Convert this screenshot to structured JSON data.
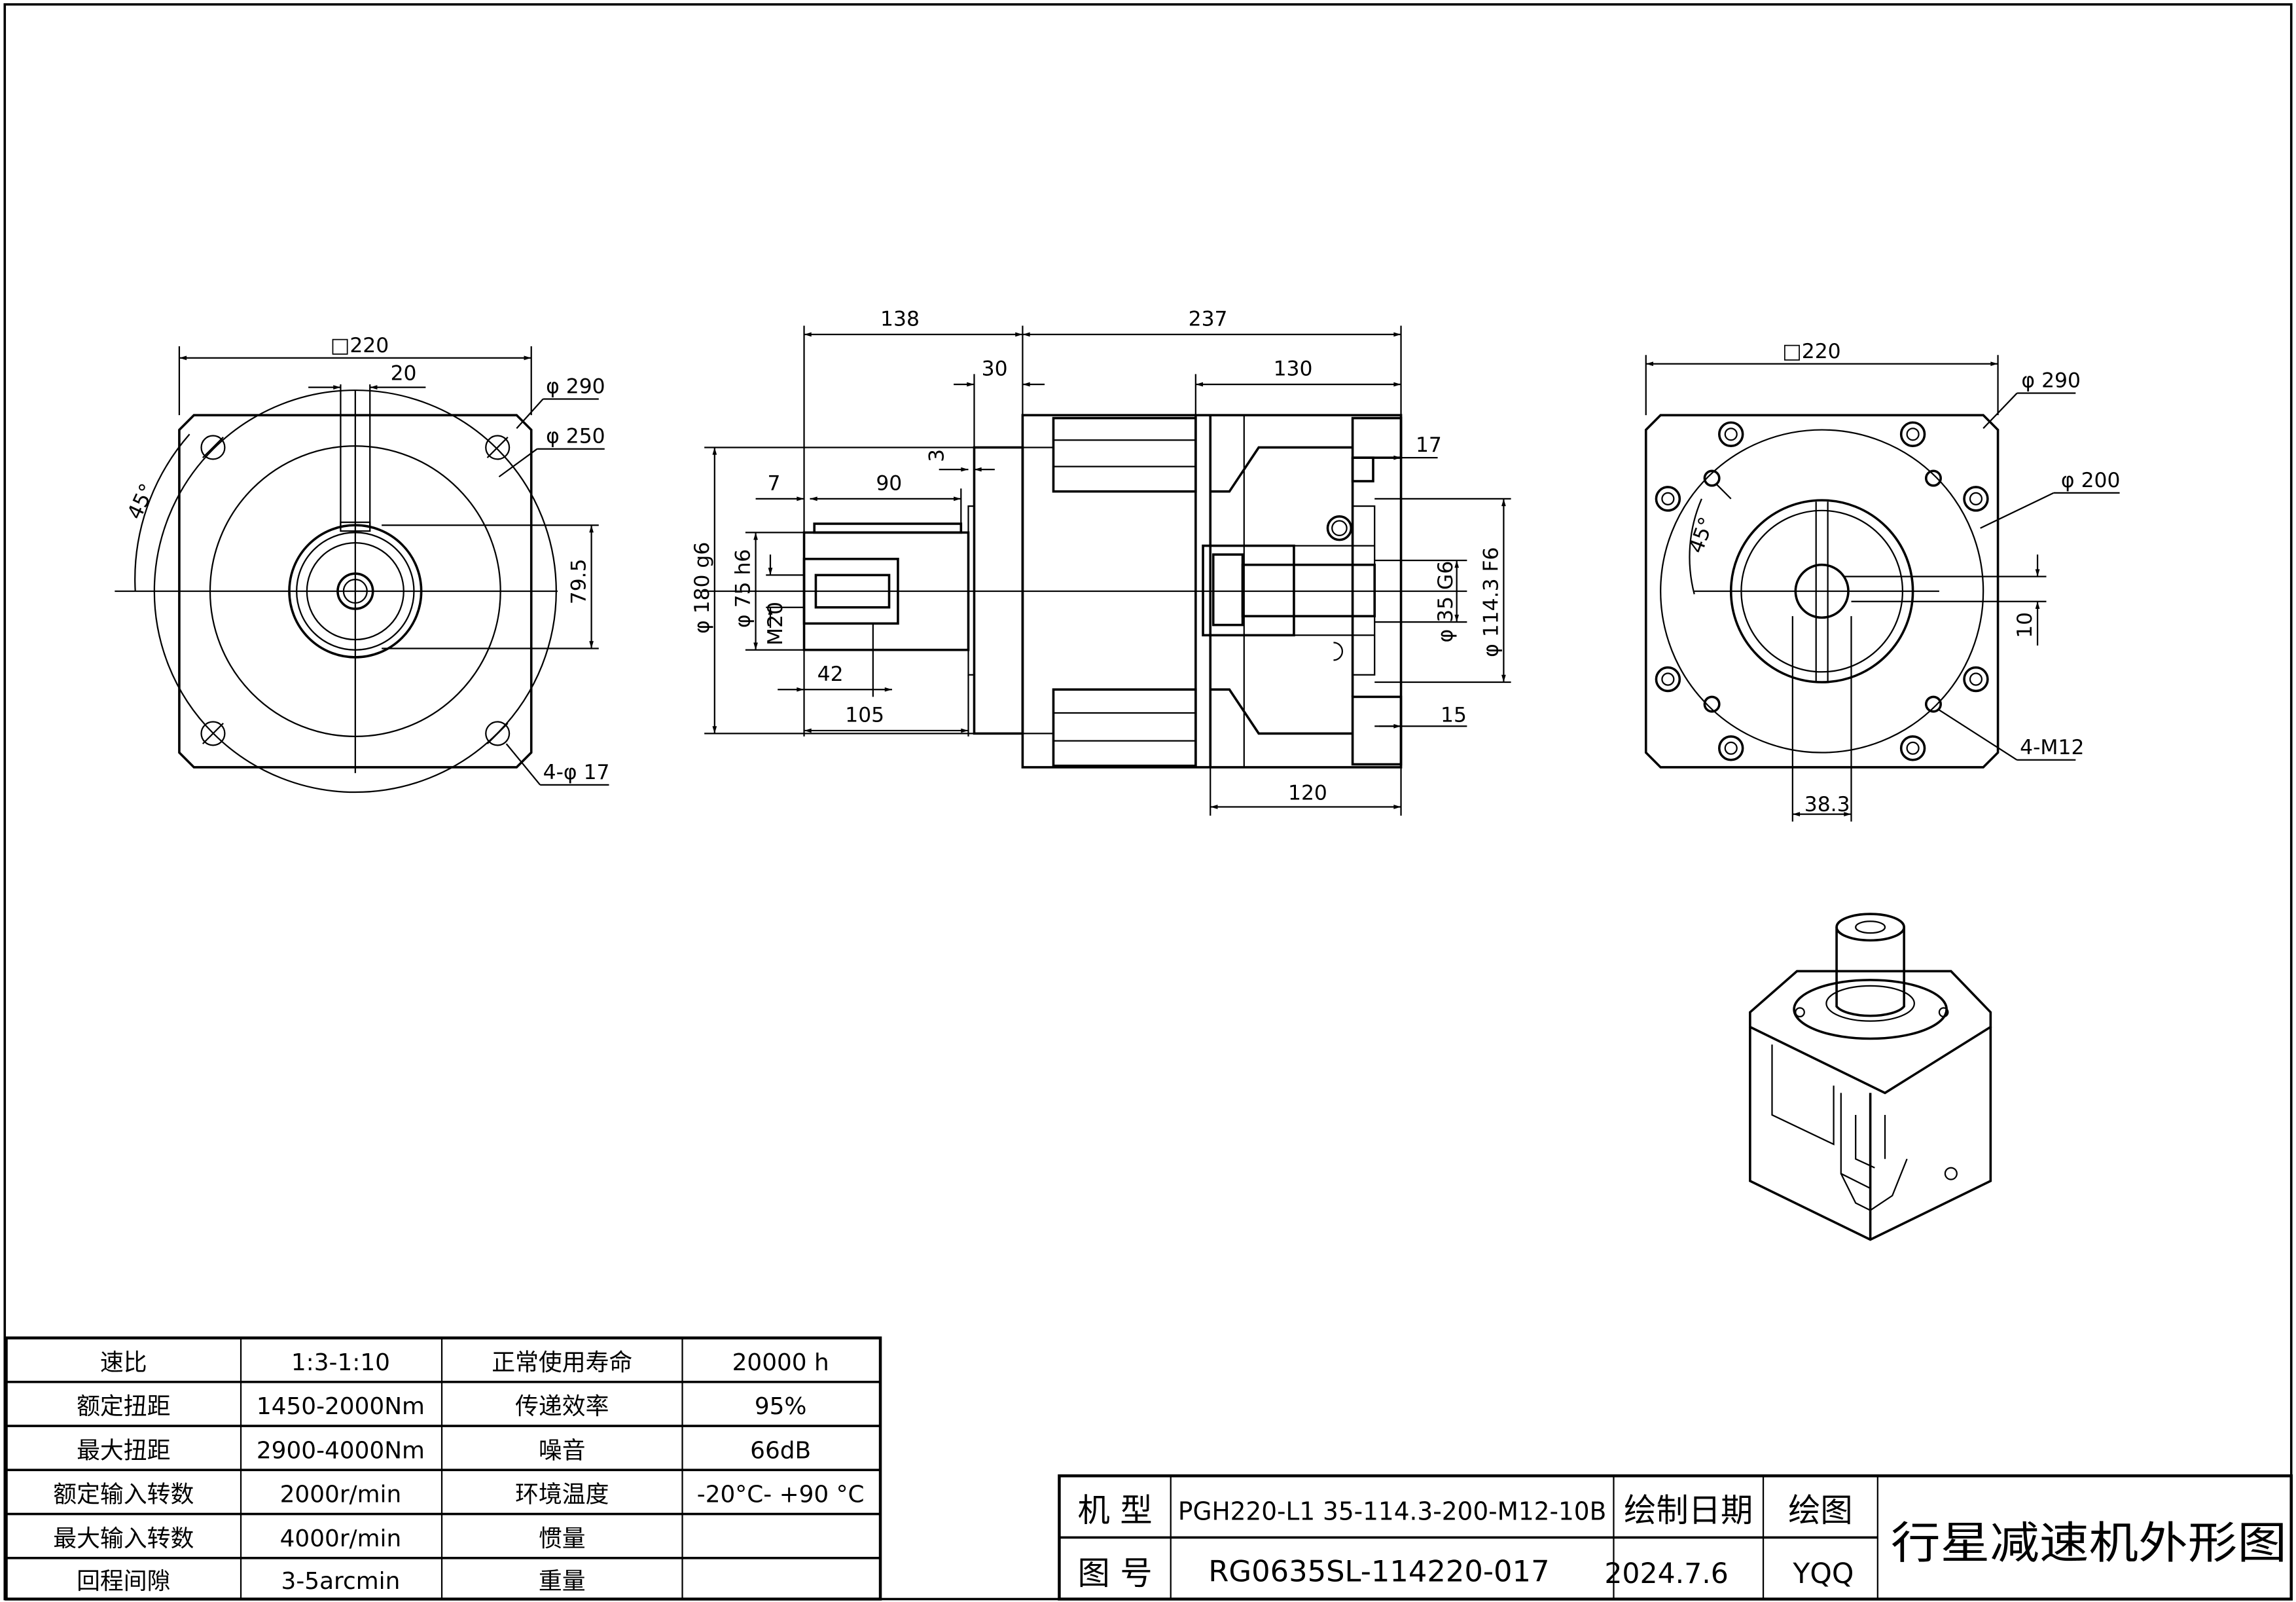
{
  "drawing": {
    "left_view": {
      "square": "□220",
      "keyway_width": "20",
      "pcd_outer": "φ 290",
      "pcd_bolt": "φ 250",
      "shaft_height": "79.5",
      "angle": "45°",
      "holes": "4-φ 17"
    },
    "side_view": {
      "len_shaft": "138",
      "len_body": "237",
      "flange_thk": "30",
      "len_rear": "130",
      "step": "3",
      "key_offset": "7",
      "key_len": "90",
      "dia_pilot": "φ 180 g6",
      "dia_shaft": "φ 75 h6",
      "thread": "M20",
      "thread_depth": "42",
      "shaft_len": "105",
      "rear_len": "120",
      "rear_thk": "17",
      "dia_bore": "φ 35 G6",
      "dia_input_pilot": "φ 114.3  F6",
      "rear_step": "15"
    },
    "right_view": {
      "square": "□220",
      "pcd_outer": "φ 290",
      "pcd_bolt": "φ 200",
      "angle": "45°",
      "key_height": "10",
      "bore_offset": "38.3",
      "holes": "4-M12"
    }
  },
  "spec_table": {
    "rows": [
      {
        "label": "速比",
        "value": "1:3-1:10",
        "label2": "正常使用寿命",
        "value2": "20000  h"
      },
      {
        "label": "额定扭距",
        "value": "1450-2000Nm",
        "label2": "传递效率",
        "value2": "95%"
      },
      {
        "label": "最大扭距",
        "value": "2900-4000Nm",
        "label2": "噪音",
        "value2": "66dB"
      },
      {
        "label": "额定输入转数",
        "value": "2000r/min",
        "label2": "环境温度",
        "value2": "-20°C- +90 °C"
      },
      {
        "label": "最大输入转数",
        "value": "4000r/min",
        "label2": "惯量",
        "value2": ""
      },
      {
        "label": "回程间隙",
        "value": "3-5arcmin",
        "label2": "重量",
        "value2": ""
      }
    ]
  },
  "title_block": {
    "model_label": "机 型",
    "model_value": "PGH220-L1 35-114.3-200-M12-10B",
    "date_label": "绘制日期",
    "drawer_label": "绘图",
    "number_label": "图 号",
    "number_value": "RG0635SL-114220-017",
    "date_value": "2024.7.6",
    "drawer_value": "YQQ",
    "title": "行星减速机外形图"
  }
}
